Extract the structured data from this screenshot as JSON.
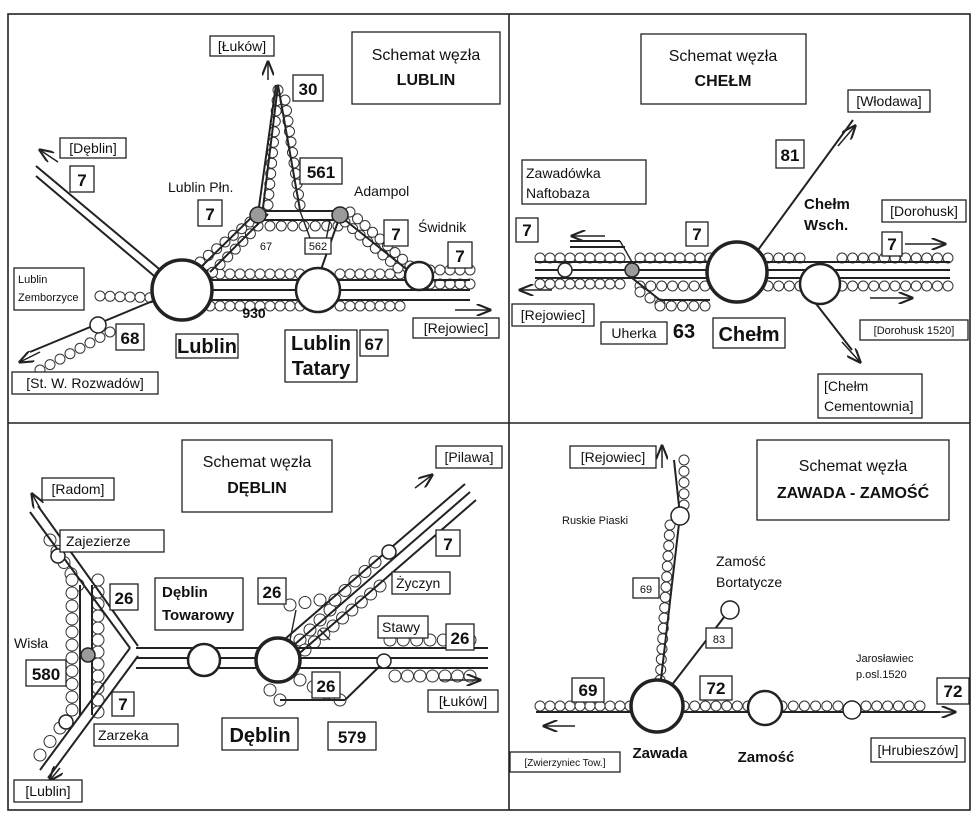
{
  "lublin": {
    "title_line1": "Schemat węzła",
    "title_line2": "LUBLIN",
    "dest_lukow": "[Łuków]",
    "dest_deblin": "[Dęblin]",
    "dest_rejowiec": "[Rejowiec]",
    "dest_rozwadow": "[St. W. Rozwadów]",
    "station_lublin": "Lublin",
    "station_tatary_1": "Lublin",
    "station_tatary_2": "Tatary",
    "station_pln": "Lublin Płn.",
    "station_adampol": "Adampol",
    "station_swidnik": "Świdnik",
    "station_zemborzyce_1": "Lublin",
    "station_zemborzyce_2": "Zemborzyce",
    "line_30": "30",
    "line_561": "561",
    "line_562": "562",
    "line_7a": "7",
    "line_7b": "7",
    "line_7c": "7",
    "line_7d": "7",
    "line_67a": "67",
    "line_67b": "67",
    "line_68": "68",
    "line_930": "930"
  },
  "chelm": {
    "title_line1": "Schemat węzła",
    "title_line2": "CHEŁM",
    "dest_wlodawa": "[Włodawa]",
    "dest_dorohusk": "[Dorohusk]",
    "dest_dorohusk1520": "[Dorohusk 1520]",
    "dest_rejowiec": "[Rejowiec]",
    "dest_cementownia_1": "[Chełm",
    "dest_cementownia_2": "Cementownia]",
    "station_zawadowka_1": "Zawadówka",
    "station_zawadowka_2": "Naftobaza",
    "station_uherka": "Uherka",
    "station_chelm": "Chełm",
    "station_wsch_1": "Chełm",
    "station_wsch_2": "Wsch.",
    "line_81": "81",
    "line_7a": "7",
    "line_7b": "7",
    "line_7c": "7",
    "line_63": "63"
  },
  "deblin": {
    "title_line1": "Schemat węzła",
    "title_line2": "DĘBLIN",
    "dest_radom": "[Radom]",
    "dest_pilawa": "[Pilawa]",
    "dest_lukow": "[Łuków]",
    "dest_lublin": "[Lublin]",
    "station_zajezierze": "Zajezierze",
    "station_wisla": "Wisła",
    "station_zarzeka": "Zarzeka",
    "station_towarowy_1": "Dęblin",
    "station_towarowy_2": "Towarowy",
    "station_deblin": "Dęblin",
    "station_zyczyn": "Życzyn",
    "station_stawy": "Stawy",
    "line_26a": "26",
    "line_26b": "26",
    "line_26c": "26",
    "line_26d": "26",
    "line_7a": "7",
    "line_7b": "7",
    "line_580": "580",
    "line_579": "579"
  },
  "zawada": {
    "title_line1": "Schemat węzła",
    "title_line2": "ZAWADA - ZAMOŚĆ",
    "dest_rejowiec": "[Rejowiec]",
    "dest_zwierzyniec": "[Zwierzyniec Tow.]",
    "dest_hrubieszow": "[Hrubieszów]",
    "station_ruskie": "Ruskie Piaski",
    "station_bortatycze_1": "Zamość",
    "station_bortatycze_2": "Bortatycze",
    "station_jaroslawiec_1": "Jarosławiec",
    "station_jaroslawiec_2": "p.osl.1520",
    "station_zawada": "Zawada",
    "station_zamosc": "Zamość",
    "line_69a": "69",
    "line_69b": "69",
    "line_83": "83",
    "line_72a": "72",
    "line_72b": "72"
  }
}
